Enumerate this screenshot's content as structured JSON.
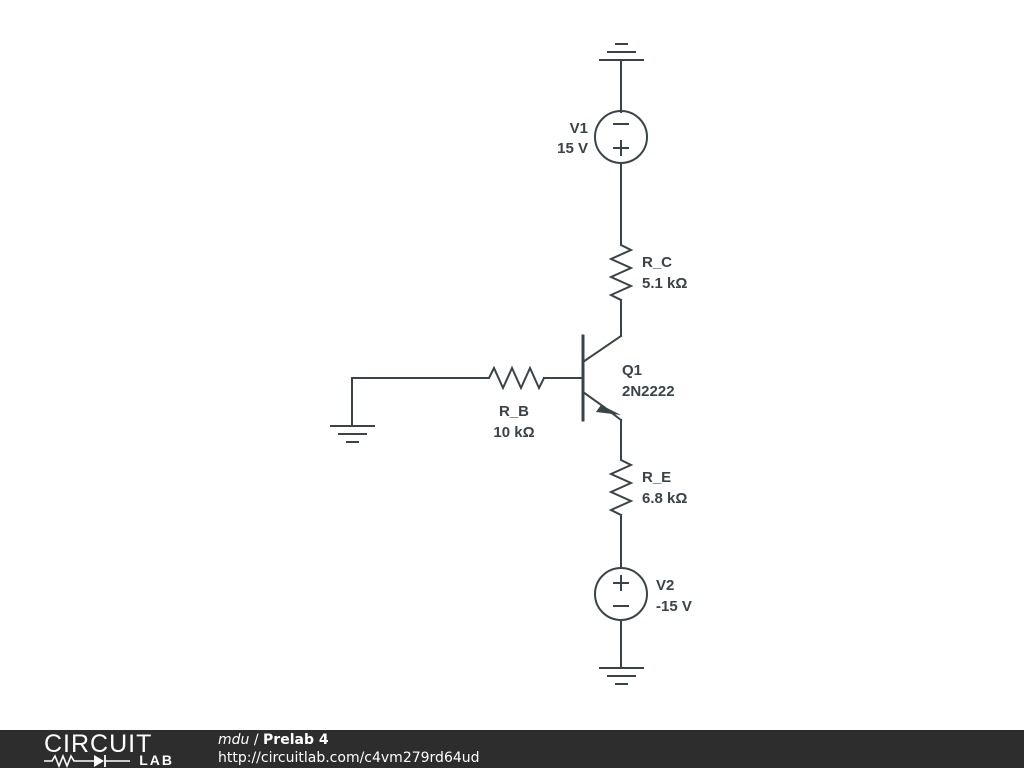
{
  "schematic": {
    "components": {
      "V1": {
        "name": "V1",
        "value": "15 V"
      },
      "R_C": {
        "name": "R_C",
        "value": "5.1 kΩ"
      },
      "Q1": {
        "name": "Q1",
        "value": "2N2222"
      },
      "R_B": {
        "name": "R_B",
        "value": "10 kΩ"
      },
      "R_E": {
        "name": "R_E",
        "value": "6.8 kΩ"
      },
      "V2": {
        "name": "V2",
        "value": "-15 V"
      }
    }
  },
  "footer": {
    "logo_top": "CIRCUIT",
    "logo_bottom": "LAB",
    "user": "mdu",
    "separator": " / ",
    "title": "Prelab 4",
    "url": "http://circuitlab.com/c4vm279rd64ud"
  }
}
